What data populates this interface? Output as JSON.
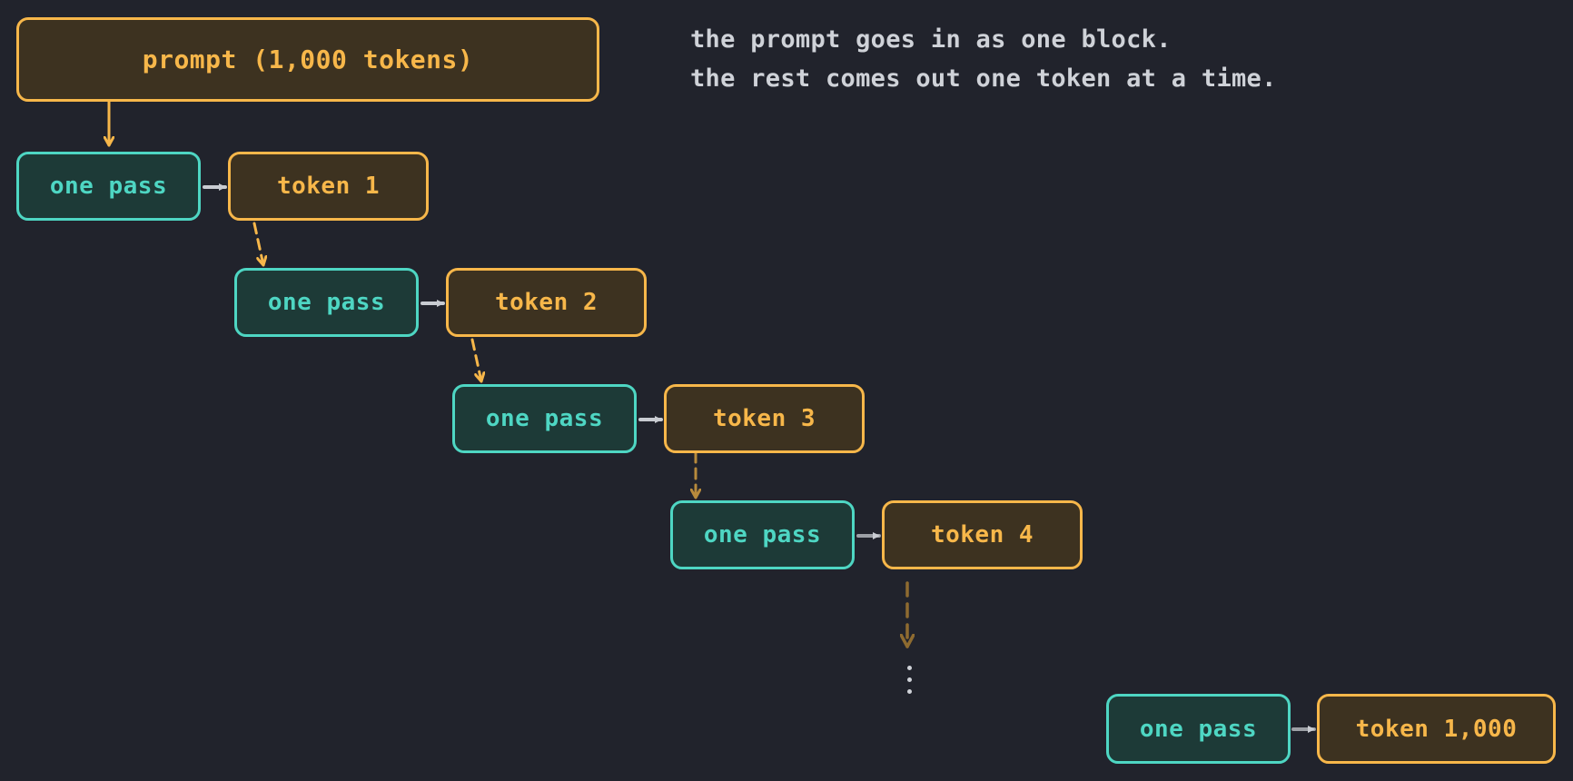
{
  "prompt": {
    "label": "prompt (1,000 tokens)"
  },
  "caption": {
    "line1": "the prompt goes in as one block.",
    "line2": "the rest comes out one token at a time."
  },
  "steps": [
    {
      "pass_label": "one pass",
      "token_label": "token 1"
    },
    {
      "pass_label": "one pass",
      "token_label": "token 2"
    },
    {
      "pass_label": "one pass",
      "token_label": "token 3"
    },
    {
      "pass_label": "one pass",
      "token_label": "token 4"
    }
  ],
  "final_step": {
    "pass_label": "one pass",
    "token_label": "token 1,000"
  },
  "colors": {
    "background": "#21232c",
    "pass_border": "#4ed6c3",
    "pass_fill": "#1d3a37",
    "token_border": "#f7b74a",
    "token_fill": "#3d3220",
    "token_arrow_faded": "#9a7535",
    "caption_text": "#cfd2d8",
    "connector": "#c9ccd2"
  }
}
